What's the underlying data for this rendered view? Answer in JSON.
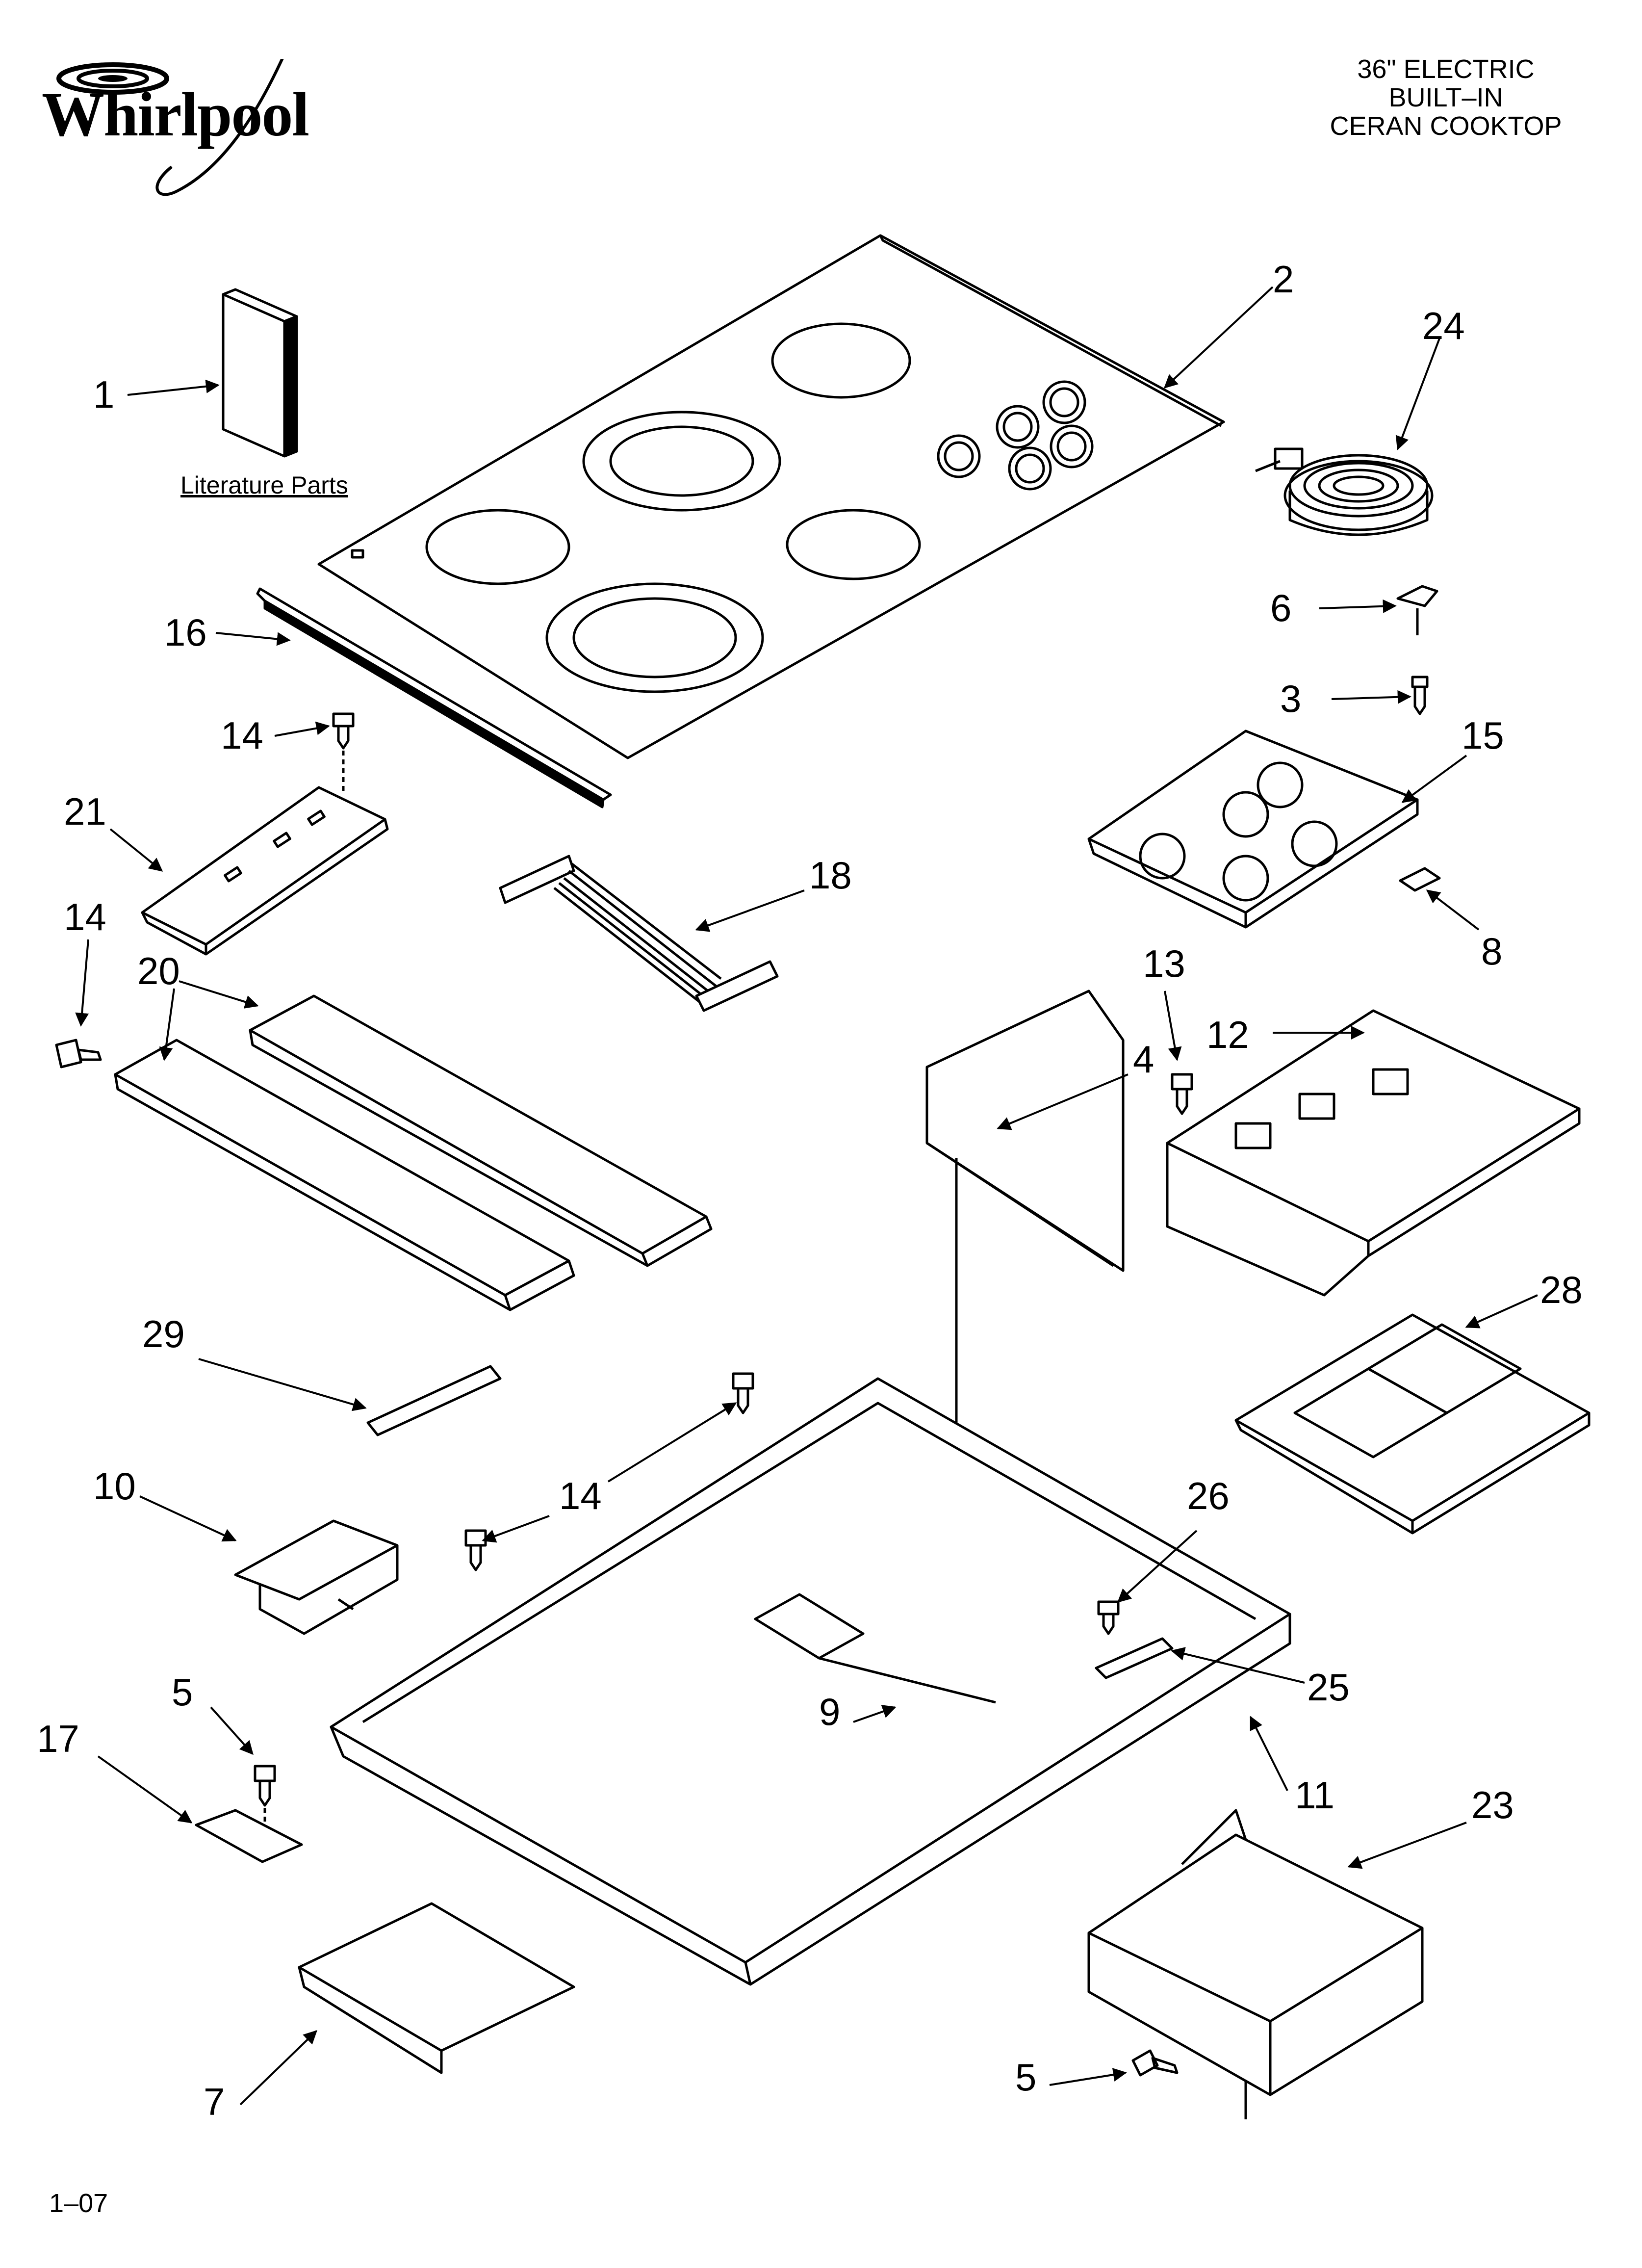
{
  "brand": {
    "name": "Whirlpool"
  },
  "title": {
    "line1": "36\" ELECTRIC",
    "line2": "BUILT–IN",
    "line3": "CERAN COOKTOP"
  },
  "literature_label": "Literature Parts",
  "footer": "1–07",
  "callouts": [
    "1",
    "2",
    "24",
    "16",
    "6",
    "3",
    "14",
    "15",
    "21",
    "18",
    "8",
    "14",
    "20",
    "13",
    "12",
    "4",
    "28",
    "29",
    "10",
    "14",
    "26",
    "25",
    "5",
    "9",
    "17",
    "11",
    "23",
    "7",
    "5"
  ]
}
